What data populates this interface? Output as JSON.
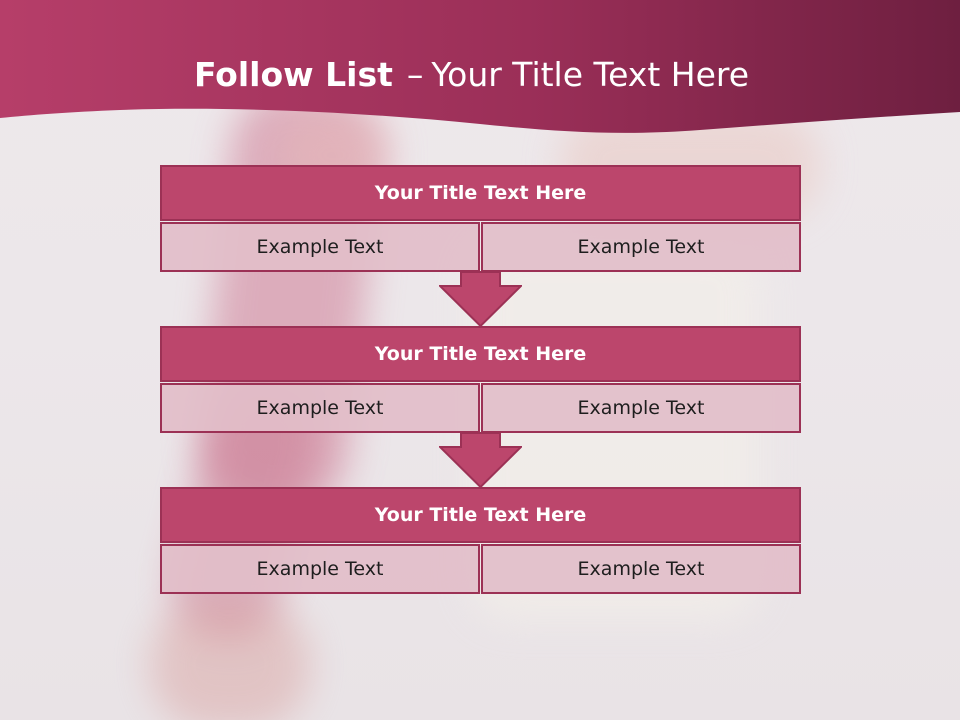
{
  "title": {
    "bold": "Follow List",
    "separator": "–",
    "rest": "Your Title Text Here"
  },
  "blocks": [
    {
      "title": "Your Title Text Here",
      "cells": [
        "Example Text",
        "Example Text"
      ]
    },
    {
      "title": "Your Title Text Here",
      "cells": [
        "Example Text",
        "Example Text"
      ]
    },
    {
      "title": "Your Title Text Here",
      "cells": [
        "Example Text",
        "Example Text"
      ]
    }
  ],
  "colors": {
    "header": "#b23f68",
    "title_bar": "#bc466c",
    "cell": "#e2bec9",
    "border": "#9c3155"
  }
}
